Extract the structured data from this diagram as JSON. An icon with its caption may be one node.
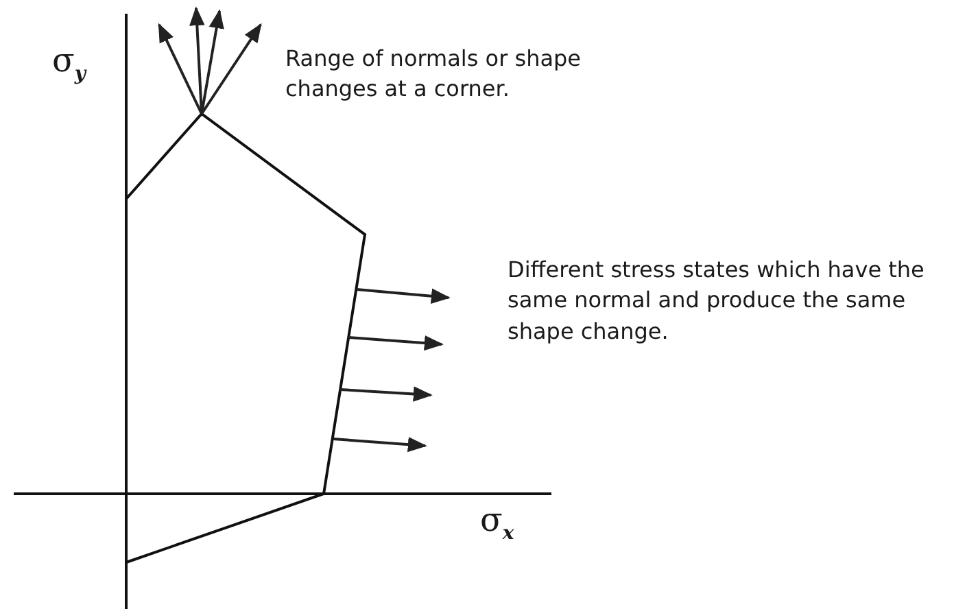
{
  "diagram": {
    "labels": [
      "σ$_{y}$",
      "Range of normals or shape changes at a corner.",
      "Different stress states which have the same normal and produce the same shape change.",
      "σ$_{x}$"
    ]
  }
}
